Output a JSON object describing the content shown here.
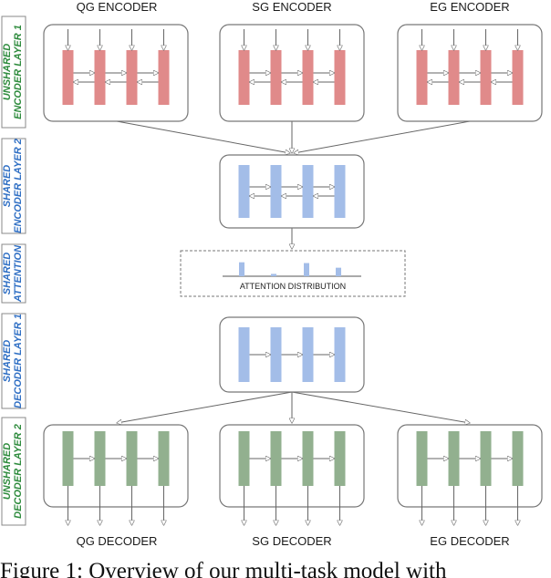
{
  "diagram": {
    "top_labels": [
      "QG ENCODER",
      "SG ENCODER",
      "EG ENCODER"
    ],
    "bottom_labels": [
      "QG DECODER",
      "SG DECODER",
      "EG DECODER"
    ],
    "side_labels": [
      {
        "line1": "UNSHARED",
        "line2": "ENCODER LAYER 1"
      },
      {
        "line1": "SHARED",
        "line2": "ENCODER LAYER 2"
      },
      {
        "line1": "SHARED",
        "line2": "ATTENTION"
      },
      {
        "line1": "SHARED",
        "line2": "DECODER LAYER 1"
      },
      {
        "line1": "UNSHARED",
        "line2": "DECODER LAYER 2"
      }
    ],
    "attention_label": "ATTENTION DISTRIBUTION",
    "attention_bars": [
      0.9,
      0.15,
      0.85,
      0.55
    ],
    "caption": "Figure 1: Overview of our multi-task model with",
    "colors": {
      "unshared_encoder": "#e08a8a",
      "shared": "#a3bde8",
      "unshared_decoder": "#92b08f",
      "label_green": "#2e8b3d",
      "label_blue": "#2f6fc4"
    }
  }
}
